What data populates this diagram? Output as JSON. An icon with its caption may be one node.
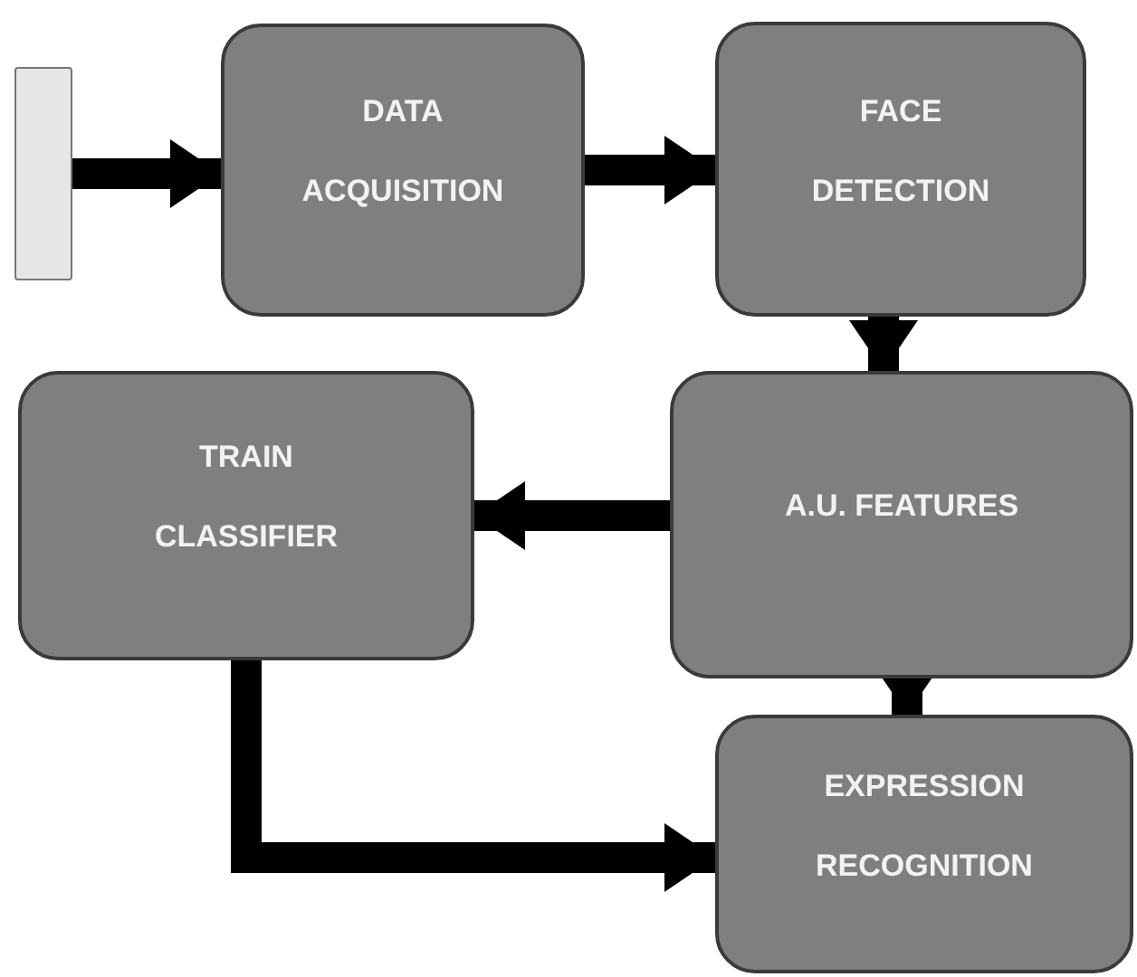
{
  "diagram": {
    "nodes": [
      {
        "text": [],
        "shape": "box"
      },
      {
        "text": [
          "DATA ACQUISITION"
        ]
      },
      {
        "text": [
          "FACE DETECTION"
        ]
      },
      {
        "text": [
          "TRAIN CLASSIFIER"
        ]
      },
      {
        "text": [
          "A.U. FEATURES"
        ]
      },
      {
        "text": [
          "EXPRESSION RECOGNITION"
        ]
      }
    ],
    "edges": [
      {
        "from": 0,
        "to": 1,
        "arrow": "to"
      },
      {
        "from": 1,
        "to": 2,
        "arrow": "to"
      },
      {
        "from": 2,
        "to": 4,
        "arrow": "to"
      },
      {
        "from": 4,
        "to": 3,
        "arrow": "to"
      },
      {
        "from": 4,
        "to": 5,
        "arrow": "to"
      },
      {
        "from": 3,
        "to": 5,
        "arrow": "to"
      }
    ]
  }
}
